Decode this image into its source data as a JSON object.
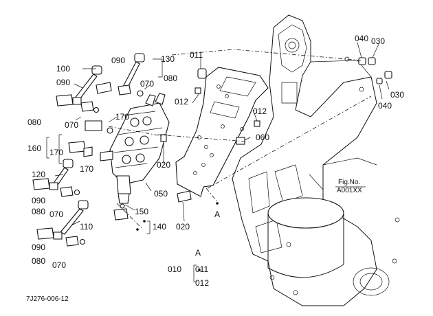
{
  "callouts": {
    "p100": "100",
    "p090a": "090",
    "p130": "130",
    "p080a": "080",
    "p070a": "070",
    "p011": "011",
    "p040a": "040",
    "p030a": "030",
    "p030b": "030",
    "p040b": "040",
    "p090b": "090",
    "p012a": "012",
    "p012b": "012",
    "p080b": "080",
    "p070b": "070",
    "p170a": "170",
    "p060": "060",
    "p160": "160",
    "p170b": "170",
    "p170c": "170",
    "p020a": "020",
    "p120": "120",
    "p090c": "090",
    "p080c": "080",
    "p070c": "070",
    "p050": "050",
    "p150": "150",
    "p140": "140",
    "p020b": "020",
    "pA1": "A",
    "p110": "110",
    "p090d": "090",
    "p080d": "080",
    "p070d": "070",
    "p010": "010",
    "pA2": "A",
    "p011b": "011",
    "p012c": "012"
  },
  "figure_ref": {
    "line1": "Fig.No.",
    "line2": "A001XX"
  },
  "drawing_code": "7J276-006-12"
}
